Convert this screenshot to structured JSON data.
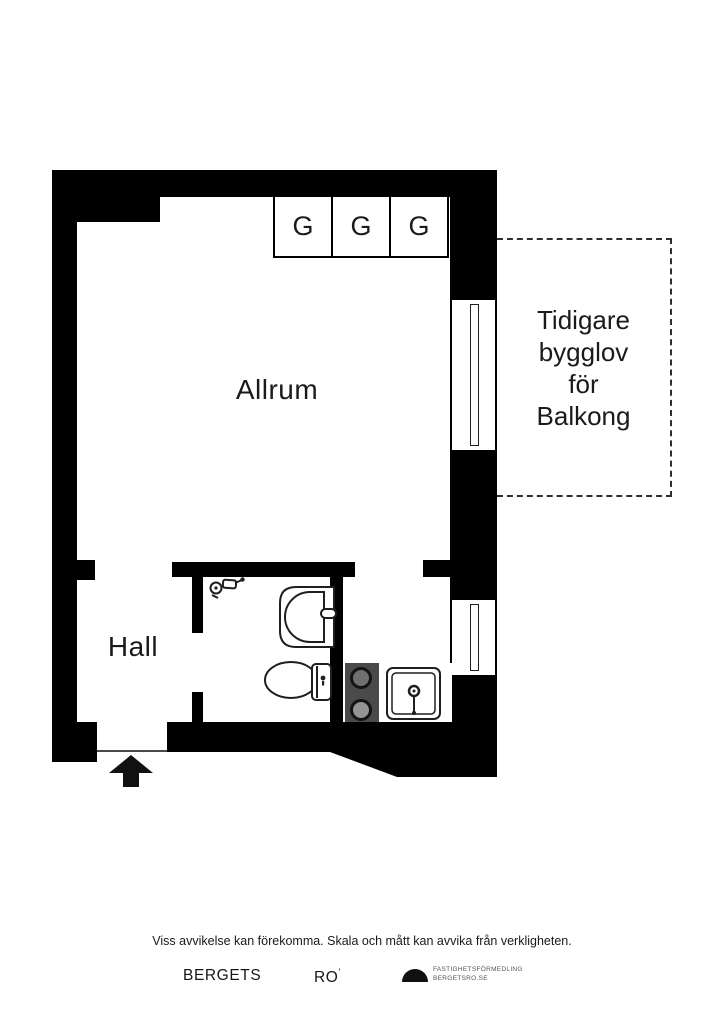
{
  "plan": {
    "rooms": {
      "living": "Allrum",
      "hall": "Hall"
    },
    "closets": {
      "labels": [
        "G",
        "G",
        "G"
      ]
    },
    "balcony_note": {
      "lines": [
        "Tidigare",
        "bygglov",
        "för",
        "Balkong"
      ]
    },
    "colors": {
      "wall": "#000000",
      "fixture_line": "#1f1f1f",
      "stove_panel": "#4a4a4a",
      "burner_ring": "#141414",
      "dashed_outline": "#2e2e2e"
    }
  },
  "footer": {
    "disclaimer": "Viss avvikelse kan förekomma. Skala och mått kan avvika från verkligheten.",
    "brand": {
      "word1": "BERGETS",
      "word2": "RO",
      "tick": "'"
    },
    "agency": {
      "line1": "FASTIGHETSFÖRMEDLING",
      "line2": "BERGETSRO.SE"
    }
  }
}
